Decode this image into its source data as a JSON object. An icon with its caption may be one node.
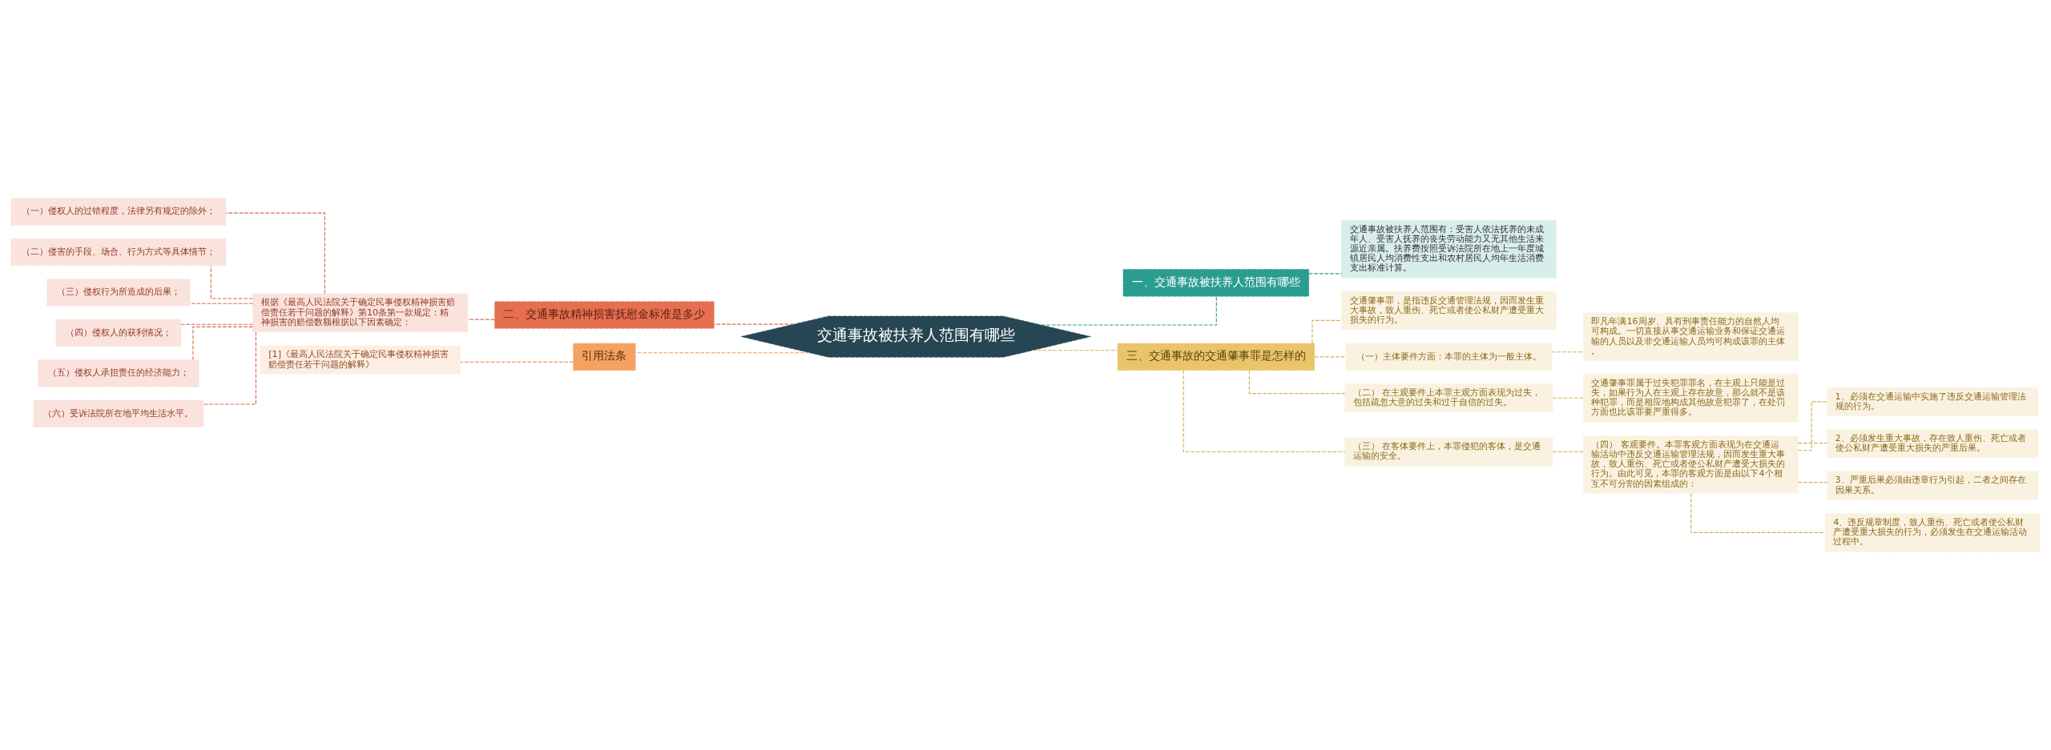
{
  "diagram": {
    "nodes": [
      {
        "text": [
          "交通事故被扶养人范围有哪些"
        ]
      },
      {
        "text": [
          "一、交通事故被扶养人范围有哪些"
        ]
      },
      {
        "text": [
          "交通事故被扶养人范围有：受害人依法抚养的未成年人、受害人抚养的丧失劳动能力又无其他生活来源近亲属。扶养费按照受诉法院所在地上一年度城镇居民人均消费性支出和农村居民人均年生活消费支出标准计算。"
        ]
      },
      {
        "text": [
          "三、交通事故的交通肇事罪是怎样的"
        ]
      },
      {
        "text": [
          "交通肇事罪，是指违反交通管理法规，因而发生重大事故，致人重伤、死亡或者使公私财产遭受重大损失的行为。"
        ]
      },
      {
        "text": [
          "（一）主体要件方面：本罪的主体为一般主体。"
        ]
      },
      {
        "text": [
          "即凡年满16周岁、具有刑事责任能力的自然人均可构成。一切直接从事交通运输业务和保证交通运输的人员以及非交通运输人员均可构成该罪的主体。"
        ]
      },
      {
        "text": [
          "（二） 在主观要件上本罪主观方面表现为过失，包括疏忽大意的过失和过于自信的过失。"
        ]
      },
      {
        "text": [
          "交通肇事罪属于过失犯罪罪名，在主观上只能是过失，如果行为人在主观上存在故意，那么就不是该种犯罪，而是相应地构成其他故意犯罪了，在处罚方面也比该罪要严重得多。"
        ]
      },
      {
        "text": [
          "（三） 在客体要件上，本罪侵犯的客体，是交通运输的安全。"
        ]
      },
      {
        "text": [
          "（四） 客观要件。本罪客观方面表现为在交通运输活动中违反交通运输管理法规，因而发生重大事故，致人重伤、死亡或者使公私财产遭受大损失的行为。由此可见，本罪的客观方面是由以下4个相互不可分割的因素组成的："
        ]
      },
      {
        "text": [
          "1、必须在交通运输中实施了违反交通运输管理法规的行为。"
        ]
      },
      {
        "text": [
          "2、必须发生重大事故，存在致人重伤、死亡或者使公私财产遭受重大损失的严重后果。"
        ]
      },
      {
        "text": [
          "3、严重后果必须由违章行为引起，二者之间存在因果关系。"
        ]
      },
      {
        "text": [
          "4、违反规章制度，致人重伤、死亡或者使公私财产遭受重大损失的行为，必须发生在交通运输活动过程中。"
        ]
      },
      {
        "text": [
          "二、交通事故精神损害抚慰金标准是多少"
        ]
      },
      {
        "text": [
          "根据《最高人民法院关于确定民事侵权精神损害赔偿责任若干问题的解释》第10条第一款规定：精神损害的赔偿数额根据以下因素确定："
        ]
      },
      {
        "text": [
          "（一）侵权人的过错程度，法律另有规定的除外；"
        ]
      },
      {
        "text": [
          "（二）侵害的手段、场合、行为方式等具体情节；"
        ]
      },
      {
        "text": [
          "（三）侵权行为所造成的后果；"
        ]
      },
      {
        "text": [
          "（四）侵权人的获利情况；"
        ]
      },
      {
        "text": [
          "（五）侵权人承担责任的经济能力；"
        ]
      },
      {
        "text": [
          "（六）受诉法院所在地平均生活水平。"
        ]
      },
      {
        "text": [
          "引用法条"
        ]
      },
      {
        "text": [
          "[1]《最高人民法院关于确定民事侵权精神损害赔偿责任若干问题的解释》"
        ]
      }
    ],
    "edges": [
      {
        "from": 0,
        "to": 1,
        "arrow": "none",
        "style": "dashed",
        "color": "#2a9d8f"
      },
      {
        "from": 1,
        "to": 2,
        "arrow": "none",
        "style": "dashed",
        "color": "#2a9d8f"
      },
      {
        "from": 0,
        "to": 3,
        "arrow": "none",
        "style": "dashed"
      },
      {
        "from": 3,
        "to": 4,
        "arrow": "none",
        "style": "dashed"
      },
      {
        "from": 3,
        "to": 5,
        "arrow": "none",
        "style": "dashed"
      },
      {
        "from": 5,
        "to": 6,
        "arrow": "none",
        "style": "dashed"
      },
      {
        "from": 3,
        "to": 7,
        "arrow": "none",
        "style": "dashed"
      },
      {
        "from": 7,
        "to": 8,
        "arrow": "none",
        "style": "dashed"
      },
      {
        "from": 3,
        "to": 9,
        "arrow": "none",
        "style": "dashed"
      },
      {
        "from": 9,
        "to": 10,
        "arrow": "none",
        "style": "dashed"
      },
      {
        "from": 10,
        "to": 11,
        "arrow": "none",
        "style": "dashed"
      },
      {
        "from": 10,
        "to": 12,
        "arrow": "none",
        "style": "dashed"
      },
      {
        "from": 10,
        "to": 13,
        "arrow": "none",
        "style": "dashed"
      },
      {
        "from": 10,
        "to": 14,
        "arrow": "none",
        "style": "dashed"
      },
      {
        "from": 0,
        "to": 15,
        "arrow": "none",
        "style": "dashed",
        "color": "#d9694c"
      },
      {
        "from": 15,
        "to": 16,
        "arrow": "none",
        "style": "dashed",
        "color": "#d9694c"
      },
      {
        "from": 16,
        "to": 17,
        "arrow": "none",
        "style": "dashed",
        "color": "#d9694c"
      },
      {
        "from": 16,
        "to": 18,
        "arrow": "none",
        "style": "dashed",
        "color": "#d9694c"
      },
      {
        "from": 16,
        "to": 19,
        "arrow": "none",
        "style": "dashed",
        "color": "#d9694c"
      },
      {
        "from": 16,
        "to": 20,
        "arrow": "none",
        "style": "dashed",
        "color": "#d9694c"
      },
      {
        "from": 16,
        "to": 21,
        "arrow": "none",
        "style": "dashed",
        "color": "#d9694c"
      },
      {
        "from": 16,
        "to": 22,
        "arrow": "none",
        "style": "dashed",
        "color": "#d9694c"
      },
      {
        "from": 0,
        "to": 23,
        "arrow": "none",
        "style": "dashed",
        "color": "#f0955a"
      },
      {
        "from": 23,
        "to": 24,
        "arrow": "none",
        "style": "dashed",
        "color": "#f0955a"
      }
    ]
  }
}
